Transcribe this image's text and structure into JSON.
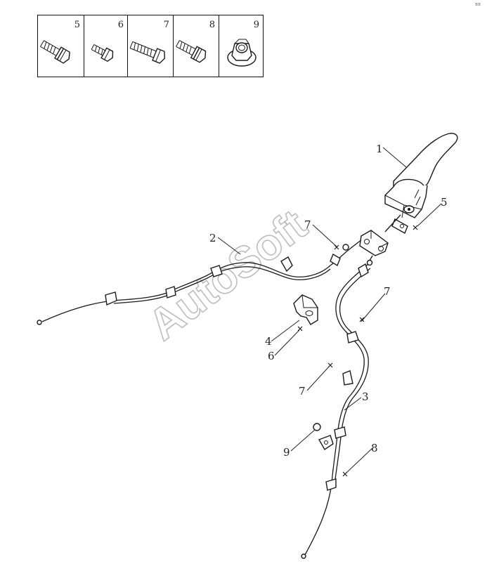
{
  "fasteners": [
    {
      "number": "5",
      "icon": "flange-bolt-icon"
    },
    {
      "number": "6",
      "icon": "short-bolt-icon"
    },
    {
      "number": "7",
      "icon": "long-bolt-icon"
    },
    {
      "number": "8",
      "icon": "flange-bolt-icon"
    },
    {
      "number": "9",
      "icon": "flange-nut-icon"
    }
  ],
  "callouts": {
    "c1": "1",
    "c2": "2",
    "c3": "3",
    "c4": "4",
    "c5": "5",
    "c6": "6",
    "c7a": "7",
    "c7b": "7",
    "c7c": "7",
    "c8": "8",
    "c9": "9"
  },
  "watermark": "AutoSoft",
  "corner_mark": "вв"
}
